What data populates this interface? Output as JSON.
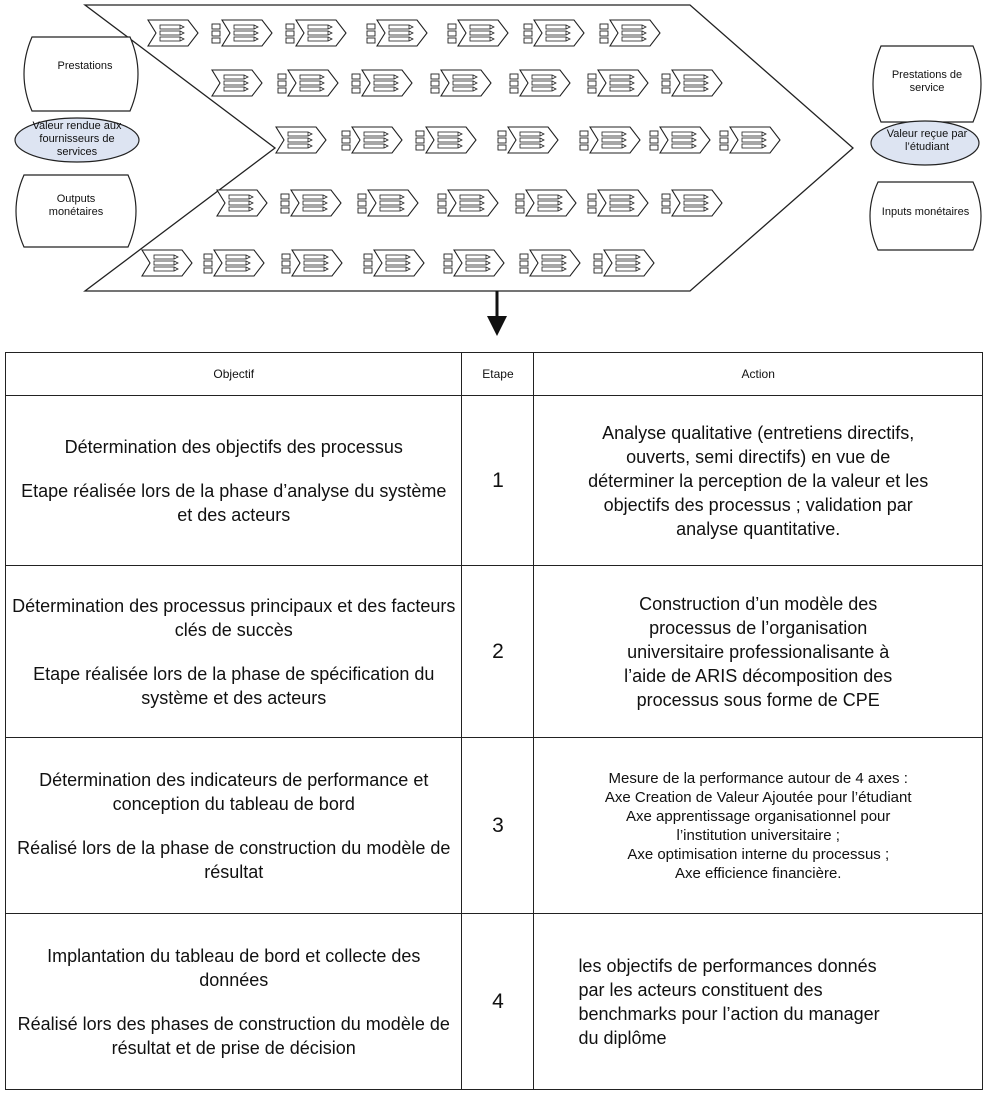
{
  "diagram": {
    "left_shapes": [
      {
        "text": "Prestations",
        "shape": "document"
      },
      {
        "text": "Valeur rendue aux\nfournisseurs de\nservices",
        "shape": "ellipse"
      },
      {
        "text": "Outputs\nmonétaires",
        "shape": "document"
      }
    ],
    "right_shapes": [
      {
        "text": "Prestations de\nservice",
        "shape": "document"
      },
      {
        "text": "Valeur reçue par\nl’étudiant",
        "shape": "ellipse"
      },
      {
        "text": "Inputs monétaires",
        "shape": "document"
      }
    ],
    "colors": {
      "ellipse_fill": "#dde4f2",
      "stroke": "#222222"
    },
    "process_icon": "process-chain-icon"
  },
  "table": {
    "headers": {
      "objective": "Objectif",
      "step": "Etape",
      "action": "Action"
    },
    "rows": [
      {
        "objective_main": "Détermination des objectifs des processus",
        "objective_note": "Etape réalisée lors de la phase d’analyse du système et des acteurs",
        "step": "1",
        "action_lines": [
          "Analyse qualitative (entretiens directifs,",
          "ouverts, semi directifs) en vue de",
          "déterminer la perception de la valeur et les",
          "objectifs des processus ; validation par",
          "analyse quantitative."
        ]
      },
      {
        "objective_main": "Détermination des processus principaux et des facteurs clés de succès",
        "objective_note": "Etape réalisée lors de la phase de spécification du système et des acteurs",
        "step": "2",
        "action_lines": [
          "Construction d’un modèle des",
          "processus de l’organisation",
          "universitaire professionalisante à",
          "l’aide de ARIS décomposition des",
          "processus sous forme de CPE"
        ]
      },
      {
        "objective_main": "Détermination des indicateurs de performance et conception du tableau de bord",
        "objective_note": "Réalisé lors de la phase de construction du modèle de résultat",
        "step": "3",
        "action_lines": [
          "Mesure de la performance autour de 4 axes :",
          "Axe Creation de Valeur Ajoutée pour l’étudiant",
          "Axe apprentissage organisationnel pour",
          "l’institution universitaire ;",
          "Axe optimisation interne du processus ;",
          "Axe efficience financière."
        ]
      },
      {
        "objective_main": "Implantation du tableau de bord et collecte des données",
        "objective_note": "Réalisé lors des phases de construction du modèle de résultat et de prise de décision",
        "step": "4",
        "action_lines": [
          "les objectifs de performances donnés",
          "par les acteurs constituent des",
          "benchmarks pour l’action du manager",
          "du diplôme"
        ]
      }
    ]
  }
}
